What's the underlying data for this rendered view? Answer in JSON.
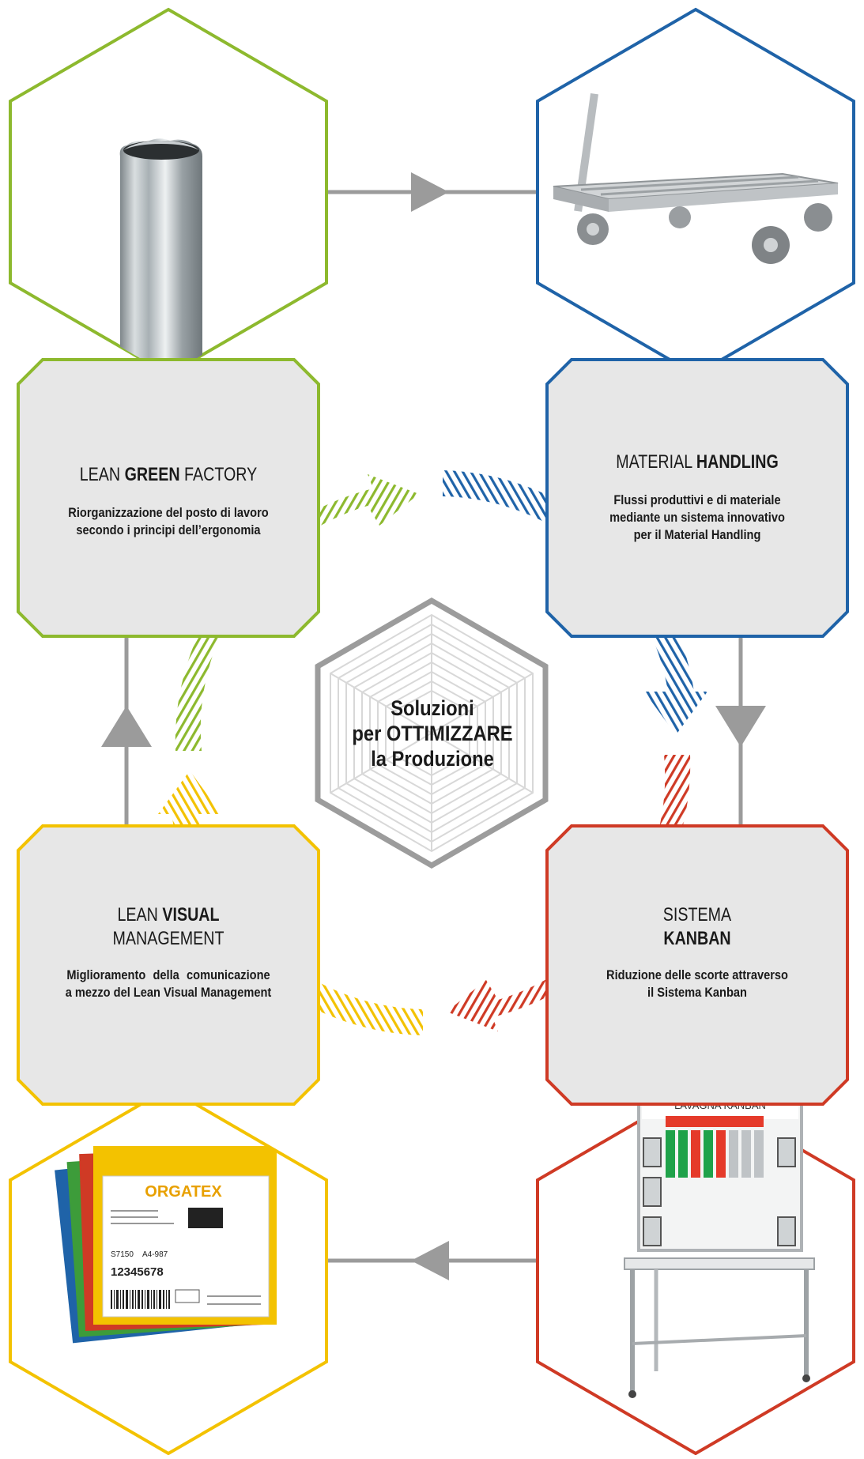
{
  "colors": {
    "green": "#8db92e",
    "blue": "#1f63a8",
    "red": "#cf3a25",
    "yellow": "#f3c200",
    "gray_panel": "#e7e7e7",
    "connector_gray": "#9b9b9b",
    "center_gray": "#9c9c9c"
  },
  "center": {
    "line1": "Soluzioni",
    "line2": "per OTTIMIZZARE",
    "line3": "la Produzione"
  },
  "nodes": {
    "lean_green": {
      "title_prefix": "LEAN ",
      "title_bold": "GREEN",
      "title_suffix": " FACTORY",
      "desc_line1": "Riorganizzazione del posto di lavoro",
      "desc_line2": "secondo i principi dell’ergonomia",
      "image": "aluminium-tube-profile"
    },
    "material_handling": {
      "title_prefix": "MATERIAL ",
      "title_bold": "HANDLING",
      "desc_line1": "Flussi produttivi e di materiale",
      "desc_line2": "mediante un sistema innovativo",
      "desc_line3": "per il Material Handling",
      "image": "material-handling-trolley"
    },
    "kanban": {
      "title_line1": "SISTEMA",
      "title_bold": "KANBAN",
      "desc_line1": "Riduzione delle scorte attraverso",
      "desc_line2": "il Sistema Kanban",
      "image": "kanban-board",
      "image_text": "LAVAGNA KANBAN"
    },
    "lean_visual": {
      "title_prefix": "LEAN ",
      "title_bold": "VISUAL",
      "title_line2": "MANAGEMENT",
      "desc_line1": "Miglioramento della comunicazione",
      "desc_line2": "a mezzo del Lean Visual Management",
      "image": "orgatex-document-pockets",
      "image_brand": "ORGATEX",
      "image_code1": "12345678",
      "image_code2": "A4-987",
      "image_code3": "S7150"
    }
  },
  "flow": [
    "lean_green",
    "material_handling",
    "kanban",
    "lean_visual"
  ]
}
